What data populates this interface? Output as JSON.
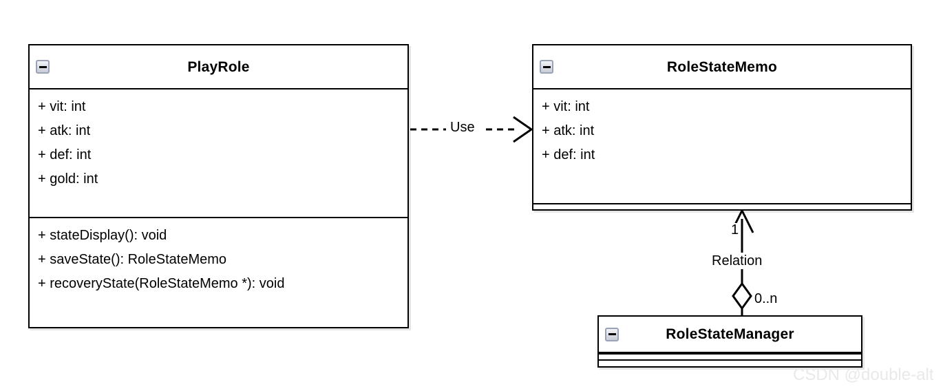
{
  "diagram": {
    "type": "uml-class-diagram",
    "watermark": "CSDN @double-alt",
    "classes": [
      {
        "id": "playrole",
        "name": "PlayRole",
        "collapse_icon": "minus-icon",
        "attributes": [
          "+ vit: int",
          "+ atk: int",
          "+ def: int",
          "+ gold: int"
        ],
        "operations": [
          "+ stateDisplay(): void",
          "+ saveState(): RoleStateMemo",
          "+ recoveryState(RoleStateMemo *): void"
        ]
      },
      {
        "id": "rolestatememo",
        "name": "RoleStateMemo",
        "collapse_icon": "minus-icon",
        "attributes": [
          "+ vit: int",
          "+ atk: int",
          "+ def: int"
        ],
        "operations": []
      },
      {
        "id": "rolestatemanager",
        "name": "RoleStateManager",
        "collapse_icon": "minus-icon",
        "attributes": [],
        "operations": []
      }
    ],
    "relationships": [
      {
        "id": "use-dependency",
        "kind": "dependency",
        "label": "Use",
        "from": "PlayRole",
        "to": "RoleStateMemo",
        "line_style": "dashed",
        "arrow_head": "open-arrow"
      },
      {
        "id": "relation-aggregation",
        "kind": "aggregation",
        "label": "Relation",
        "from": "RoleStateManager",
        "to": "RoleStateMemo",
        "line_style": "solid",
        "arrow_head": "open-arrow",
        "diamond": "hollow-diamond",
        "source_multiplicity": "0..n",
        "target_multiplicity": "1"
      }
    ]
  },
  "colors": {
    "stroke": "#000000",
    "fill": "#ffffff",
    "icon_border": "#9aa2b5",
    "watermark": "#e9e9e9"
  }
}
